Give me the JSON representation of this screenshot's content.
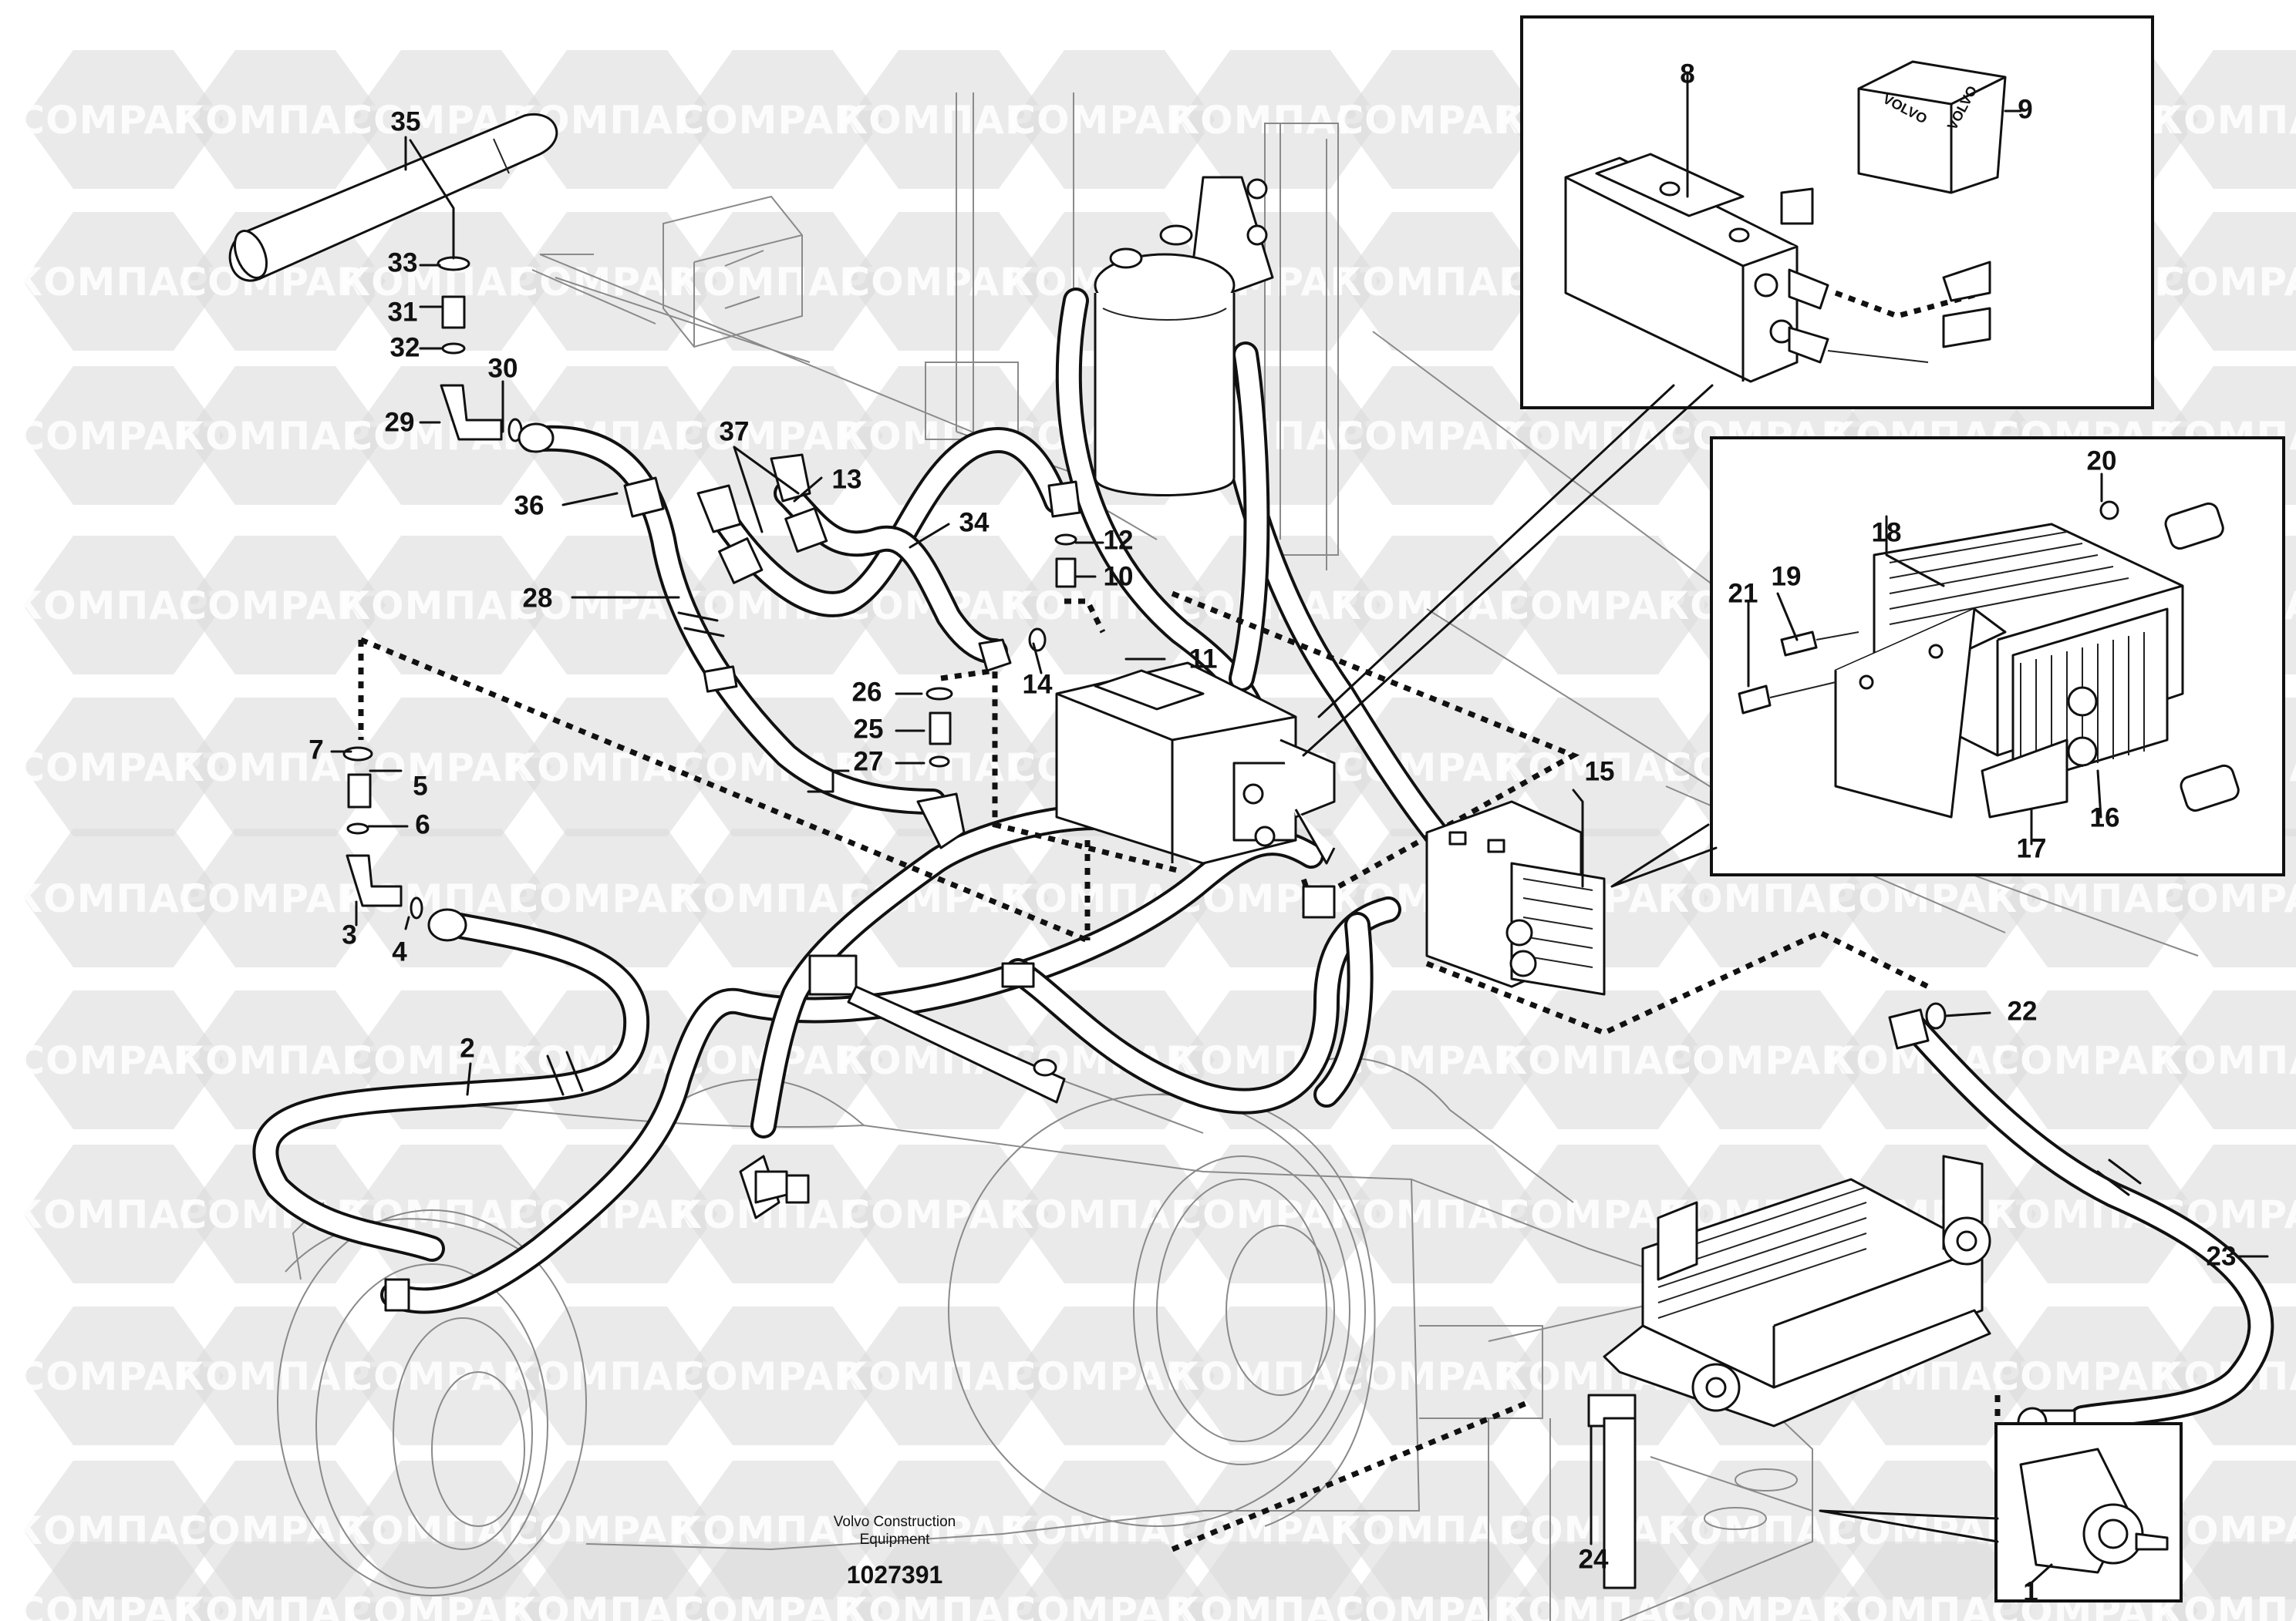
{
  "callouts": [
    "1",
    "2",
    "3",
    "4",
    "5",
    "6",
    "7",
    "8",
    "9",
    "10",
    "11",
    "12",
    "13",
    "14",
    "15",
    "16",
    "17",
    "18",
    "19",
    "20",
    "21",
    "22",
    "23",
    "24",
    "25",
    "26",
    "27",
    "28",
    "29",
    "30",
    "31",
    "32",
    "33",
    "34",
    "35",
    "36",
    "37"
  ],
  "watermarks": {
    "a": "COMPART",
    "b": "КОМПАРТ"
  },
  "footer": {
    "line1": "Volvo Construction",
    "line2": "Equipment",
    "doc_number": "1027391"
  },
  "package_label": "VOLVO",
  "colors": {
    "line": "#111111",
    "watermark": "#d9d9d9",
    "background": "#ffffff"
  }
}
